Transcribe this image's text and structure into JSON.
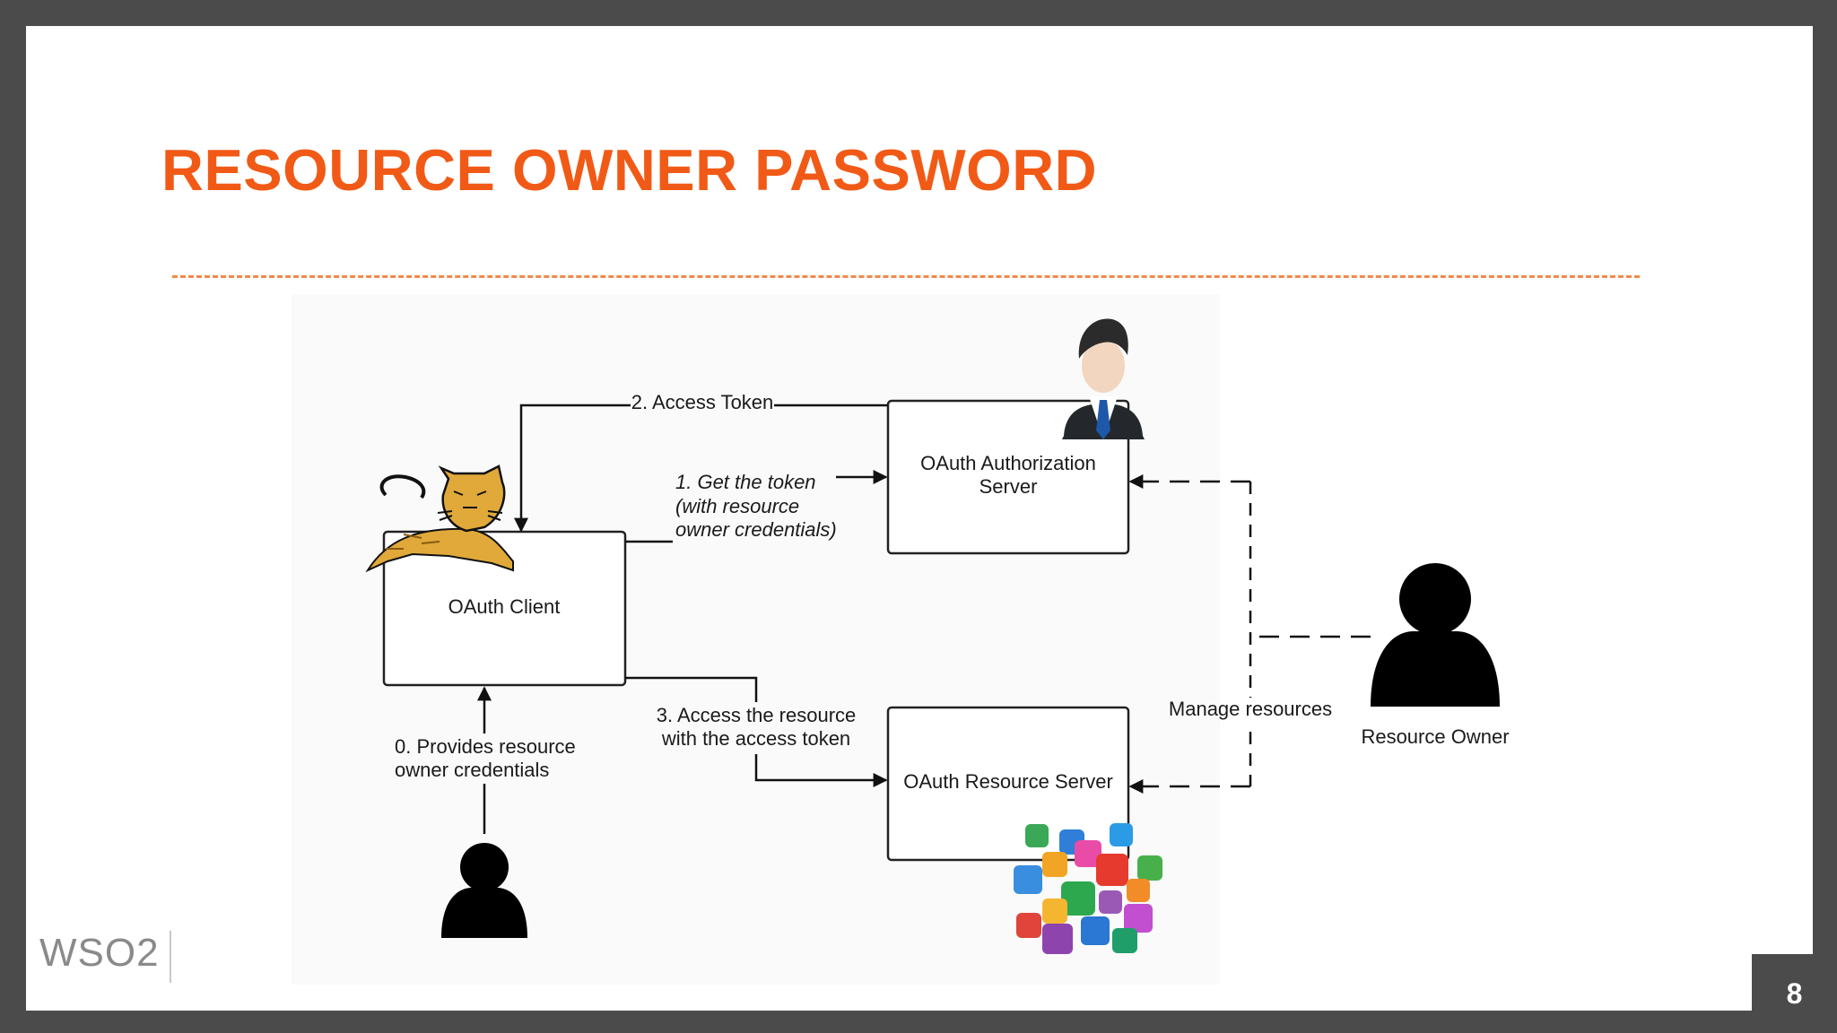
{
  "title": "RESOURCE OWNER PASSWORD",
  "brand_color": "#f15a16",
  "logo_text": "WSO2",
  "page_number": "8",
  "nodes": {
    "client": "OAuth Client",
    "auth_server_line1": "OAuth Authorization",
    "auth_server_line2": "Server",
    "resource_server": "OAuth Resource Server",
    "resource_owner": "Resource Owner"
  },
  "edges": {
    "access_token": "2. Access Token",
    "get_token_line1": "1. Get the token",
    "get_token_line2": "(with resource",
    "get_token_line3": "owner credentials)",
    "access_resource_line1": "3. Access the resource",
    "access_resource_line2": "with the access token",
    "provides_line1": "0. Provides resource",
    "provides_line2": "owner credentials",
    "manage": "Manage resources"
  },
  "icons": {
    "client": "tomcat-cat-icon",
    "auth_server": "businessman-icon",
    "resource_server": "app-icons-cluster",
    "resource_owner": "person-icon",
    "user": "person-icon"
  }
}
